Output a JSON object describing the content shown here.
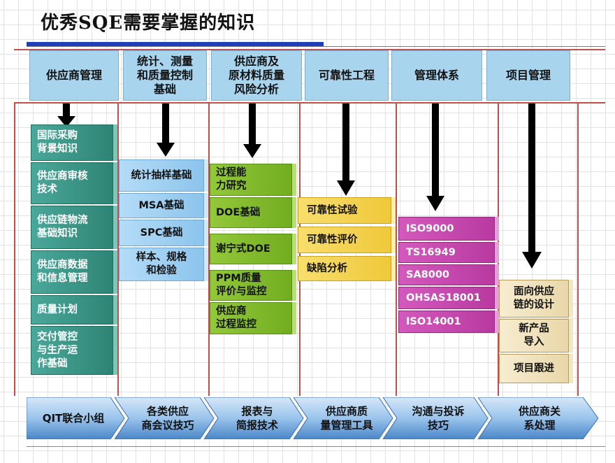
{
  "title": "优秀SQE需要掌握的知识",
  "headers": [
    {
      "lines": [
        "供应商管理"
      ]
    },
    {
      "lines": [
        "统计、测量",
        "和质量控制",
        "基础"
      ]
    },
    {
      "lines": [
        "供应商及",
        "原材料质量",
        "风险分析"
      ]
    },
    {
      "lines": [
        "可靠性工程"
      ]
    },
    {
      "lines": [
        "管理体系"
      ]
    },
    {
      "lines": [
        "项目管理"
      ]
    }
  ],
  "col1": [
    {
      "lines": [
        "国际采购",
        "背景知识"
      ]
    },
    {
      "lines": [
        "供应商审核",
        "技术"
      ]
    },
    {
      "lines": [
        "供应链物流",
        "基础知识"
      ]
    },
    {
      "lines": [
        "供应商数据",
        "和信息管理"
      ]
    },
    {
      "lines": [
        "质量计划"
      ]
    },
    {
      "lines": [
        "交付管控",
        "与生产运",
        "作基础"
      ]
    }
  ],
  "col2": [
    {
      "lines": [
        "统计抽样基础"
      ]
    },
    {
      "lines": [
        "MSA基础"
      ]
    },
    {
      "lines": [
        "SPC基础"
      ]
    },
    {
      "lines": [
        "样本、规格",
        "和检验"
      ]
    }
  ],
  "col3": [
    {
      "lines": [
        "过程能",
        "力研究"
      ]
    },
    {
      "lines": [
        "DOE基础"
      ]
    },
    {
      "lines": [
        "谢宁式DOE"
      ]
    },
    {
      "lines": [
        "PPM质量",
        "评价与监控"
      ]
    },
    {
      "lines": [
        "供应商",
        "过程监控"
      ]
    }
  ],
  "col4": [
    {
      "lines": [
        "可靠性试验"
      ]
    },
    {
      "lines": [
        "可靠性评价"
      ]
    },
    {
      "lines": [
        "缺陷分析"
      ]
    }
  ],
  "col5": [
    {
      "lines": [
        "ISO9000"
      ]
    },
    {
      "lines": [
        "TS16949"
      ]
    },
    {
      "lines": [
        "SA8000"
      ]
    },
    {
      "lines": [
        "OHSAS18001"
      ]
    },
    {
      "lines": [
        "ISO14001"
      ]
    }
  ],
  "col6": [
    {
      "lines": [
        "面向供应",
        "链的设计"
      ]
    },
    {
      "lines": [
        "新产品",
        "导入"
      ]
    },
    {
      "lines": [
        "项目跟进"
      ]
    }
  ],
  "footer": [
    {
      "lines": [
        "QIT联合小组"
      ]
    },
    {
      "lines": [
        "各类供应",
        "商会议技巧"
      ]
    },
    {
      "lines": [
        "报表与",
        "简报技术"
      ]
    },
    {
      "lines": [
        "供应商质",
        "量管理工具"
      ]
    },
    {
      "lines": [
        "沟通与投诉",
        "技巧"
      ]
    },
    {
      "lines": [
        "供应商关",
        "系处理"
      ]
    }
  ],
  "colors": {
    "header": "#a8d4ee",
    "teal": "#2e8474",
    "blue": "#8cc4ec",
    "green": "#72ad20",
    "yellow": "#f0c83a",
    "magenta": "#b83aa1",
    "beige": "#e8d7a8",
    "footer": "#4a86c8",
    "divider": "#c0504d",
    "topbar": "#1f3fb8"
  }
}
